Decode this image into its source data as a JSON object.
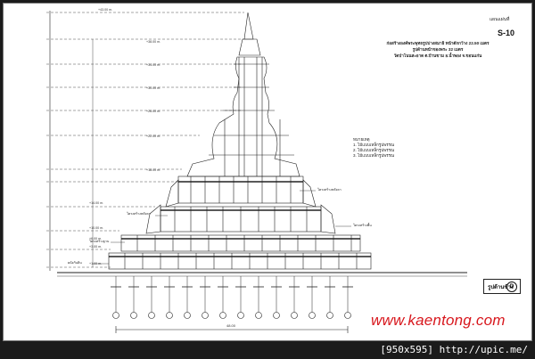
{
  "sheet": {
    "label": "แผนแผ่นที่",
    "number": "S-10"
  },
  "title_block": {
    "line1": "ก่อสร้างองค์พระพุทธรูปปางสมาธิ หน้าตักกว้าง 22.50 เมตร",
    "line2": "รูปด้านหน้าของพระ 32 เมตร",
    "line3": "วัดป่าโนนสะอาด ต.บ้านขาม อ.น้ำพอง จ.ขอนแก่น"
  },
  "legend": {
    "heading": "หมายเหตุ",
    "items": [
      "1. ไม้แบบเหล็กรูปพรรณ",
      "2. ไม้แบบเหล็กรูปพรรณ",
      "3. ไม้แบบเหล็กรูปพรรณ"
    ]
  },
  "levels": {
    "top": "+43.00 m.",
    "l1": "+38.00 m.",
    "l2": "+34.00 m.",
    "l3": "+30.00 m.",
    "l4": "+26.00 m.",
    "l5": "+22.00 m.",
    "l6": "+18.00 m.",
    "l7": "+14.00 m.",
    "l8": "+10.00 m.",
    "l9": "+6.00 m.",
    "l10": "+3.00 m.",
    "l11": "+1.00 m."
  },
  "callouts": {
    "c1": "โครงสร้างหลังคา",
    "c2": "โครงสร้างหลังคา",
    "c3": "โครงสร้างฐาน",
    "c4": "โครงสร้างพื้น",
    "c5": "ผนังกันดิน"
  },
  "dimension_bottom": "48.00",
  "view": {
    "title": "รูปด้านข้าง",
    "mark": "D"
  },
  "watermark": "www.kaentong.com",
  "footer": "[950x595] http://upic.me/",
  "colors": {
    "line": "#222222",
    "watermark": "#d8181e",
    "footer_bg": "#1b1b1b"
  }
}
